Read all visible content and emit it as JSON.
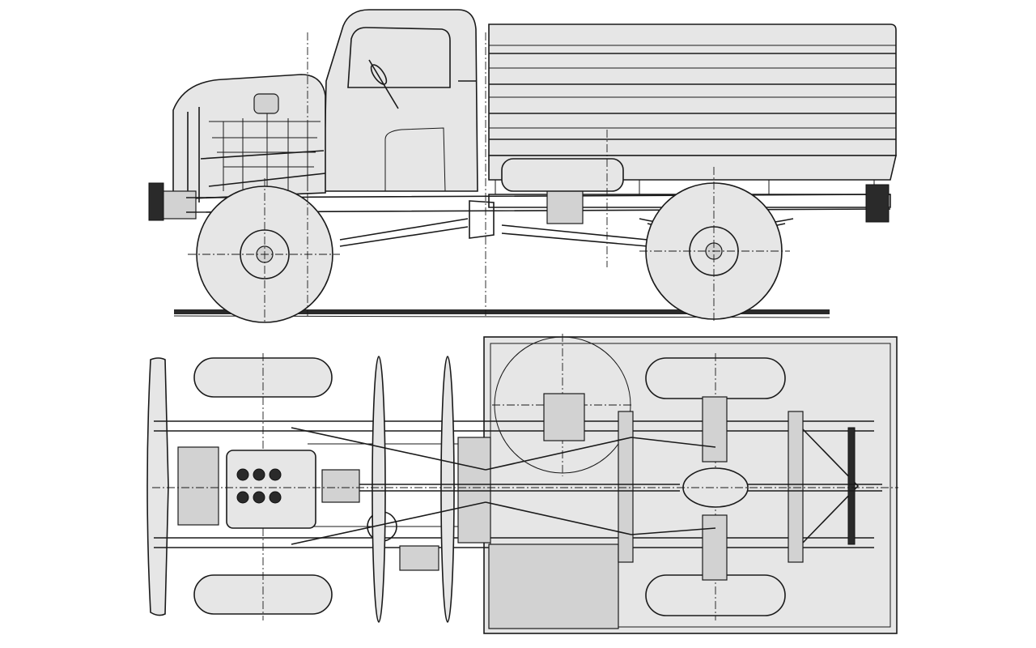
{
  "image": {
    "kind": "technical drawing",
    "views": [
      "side-elevation",
      "chassis-plan"
    ],
    "colors": {
      "background": "#ffffff",
      "line": "#1a1a1a",
      "fill": "#e6e6e6",
      "shade": "#d2d2d2"
    }
  }
}
